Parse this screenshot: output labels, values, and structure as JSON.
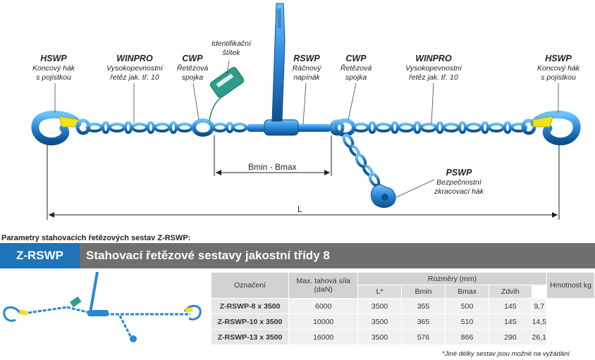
{
  "labels": {
    "hswp_left": {
      "code": "HSWP",
      "line1": "Koncový hák",
      "line2": "s pojistkou"
    },
    "winpro_left": {
      "code": "WINPRO",
      "line1": "Vysokopevnostní",
      "line2": "řetěz jak. tř. 10"
    },
    "cwp_left": {
      "code": "CWP",
      "line1": "Řetězová",
      "line2": "spojka"
    },
    "tag": {
      "line1": "Identifikační",
      "line2": "štítek"
    },
    "rswp": {
      "code": "RSWP",
      "line1": "Ráčnový",
      "line2": "napínák"
    },
    "cwp_right": {
      "code": "CWP",
      "line1": "Řetězová",
      "line2": "spojka"
    },
    "winpro_right": {
      "code": "WINPRO",
      "line1": "Vysokopevnostní",
      "line2": "řetěz jak. tř. 10"
    },
    "hswp_right": {
      "code": "HSWP",
      "line1": "Koncový hák",
      "line2": "s pojistkou"
    },
    "pswp": {
      "code": "PSWP",
      "line1": "Bezpečnostní",
      "line2": "zkracovací hák"
    }
  },
  "dimensions": {
    "bmin_bmax": "Bmin - Bmax",
    "length": "L"
  },
  "section_title": "Parametry stahovacích řetězových sestav Z-RSWP:",
  "band": {
    "code": "Z-RSWP",
    "title": "Stahovací řetězové sestavy jakostní třídy 8"
  },
  "table": {
    "headers": {
      "designation": "Označení",
      "max_force": "Max. tahová síla (daN)",
      "dimensions": "Rozměry (mm)",
      "L": "L*",
      "Bmin": "Bmin",
      "Bmax": "Bmax",
      "stroke": "Zdvih",
      "weight": "Hmotnost kg"
    },
    "rows": [
      {
        "name": "Z-RSWP-8 x 3500",
        "force": "6000",
        "L": "3500",
        "Bmin": "355",
        "Bmax": "500",
        "stroke": "145",
        "weight": "9,7"
      },
      {
        "name": "Z-RSWP-10 x 3500",
        "force": "10000",
        "L": "3500",
        "Bmin": "365",
        "Bmax": "510",
        "stroke": "145",
        "weight": "14,5"
      },
      {
        "name": "Z-RSWP-13 x 3500",
        "force": "16000",
        "L": "3500",
        "Bmin": "576",
        "Bmax": "866",
        "stroke": "290",
        "weight": "26,1"
      }
    ]
  },
  "note": "*Jiné délky sestav jsou možné na vyžádání",
  "colors": {
    "chain_blue": "#2a86d6",
    "chain_dark": "#0e4f8c",
    "hook_yellow": "#f2e21c",
    "tag_green": "#2e9c8a",
    "header_blue": "#1f73b7",
    "band_grey": "#6f6f6f"
  }
}
